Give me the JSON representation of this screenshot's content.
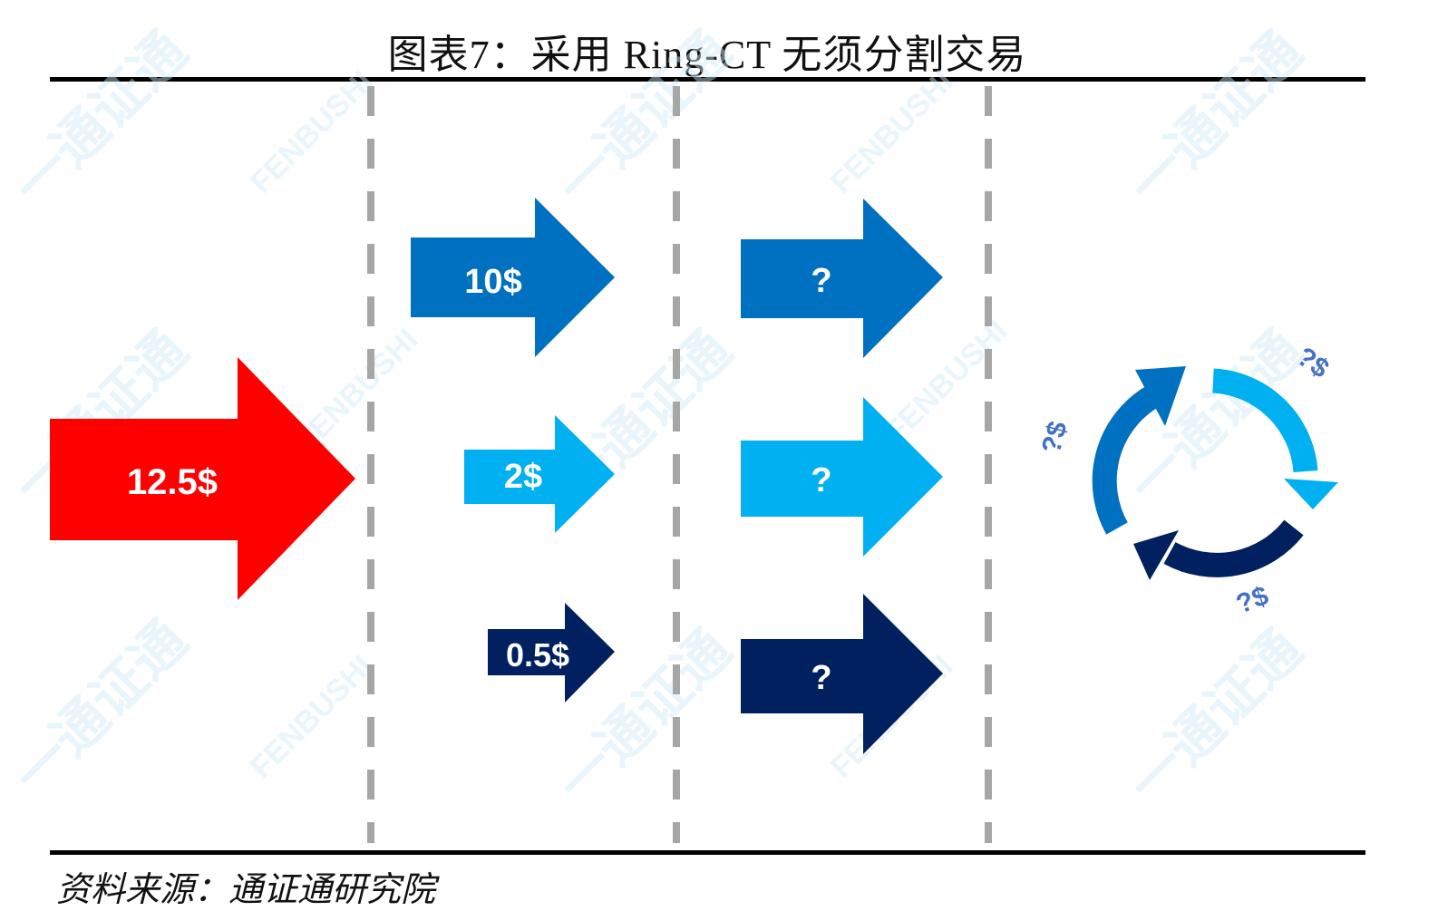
{
  "figure": {
    "title": "图表7：采用 Ring-CT 无须分割交易",
    "source": "资料来源：通证通研究院"
  },
  "colors": {
    "input_red": "#ff0000",
    "blue_mid": "#0070c0",
    "blue_light": "#00b0f0",
    "blue_dark": "#002060",
    "dash_gray": "#a6a6a6",
    "question_dollar": "#4472c4",
    "watermark": "#cfeaf7"
  },
  "input": {
    "label": "12.5$",
    "color": "#ff0000"
  },
  "split_outputs": [
    {
      "label": "10$",
      "color": "#0070c0"
    },
    {
      "label": "2$",
      "color": "#00b0f0"
    },
    {
      "label": "0.5$",
      "color": "#002060"
    }
  ],
  "hidden_outputs": [
    {
      "label": "?",
      "color": "#0070c0"
    },
    {
      "label": "?",
      "color": "#00b0f0"
    },
    {
      "label": "?",
      "color": "#002060"
    }
  ],
  "ring": {
    "segments": [
      "#0070c0",
      "#00b0f0",
      "#002060"
    ],
    "labels": [
      "?$",
      "?$",
      "?$"
    ]
  },
  "watermarks": {
    "brand_cn": "一通证通",
    "brand_en": "FENBUSHI"
  }
}
